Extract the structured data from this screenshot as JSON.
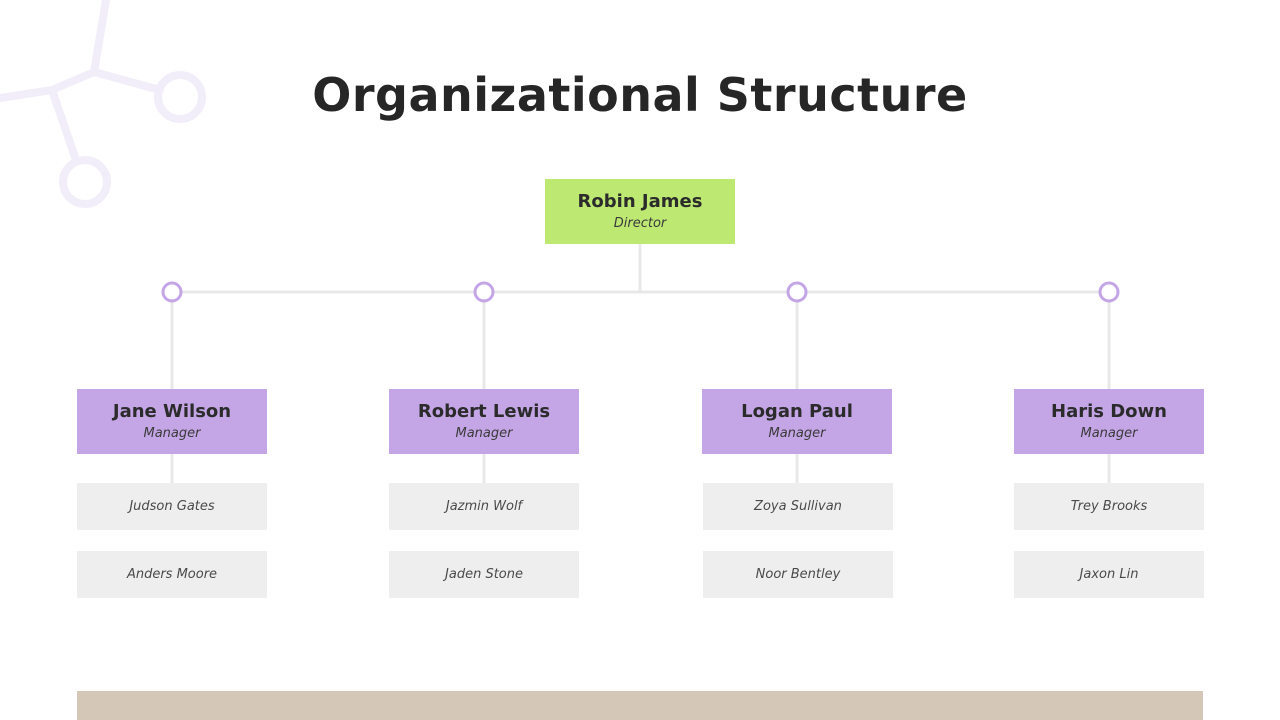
{
  "title": "Organizational Structure",
  "colors": {
    "director_fill": "#bde872",
    "manager_fill": "#c4a6e6",
    "member_fill": "#eeeeee",
    "connector_line": "#e8e8e8",
    "node_circle": "#c4a6e6",
    "footer_bar": "#d5c7b8"
  },
  "director": {
    "name": "Robin James",
    "role": "Director"
  },
  "managers": [
    {
      "name": "Jane Wilson",
      "role": "Manager",
      "members": [
        "Judson Gates",
        "Anders Moore"
      ]
    },
    {
      "name": "Robert Lewis",
      "role": "Manager",
      "members": [
        "Jazmin Wolf",
        "Jaden Stone"
      ]
    },
    {
      "name": "Logan Paul",
      "role": "Manager",
      "members": [
        "Zoya Sullivan",
        "Noor Bentley"
      ]
    },
    {
      "name": "Haris Down",
      "role": "Manager",
      "members": [
        "Trey Brooks",
        "Jaxon Lin"
      ]
    }
  ]
}
